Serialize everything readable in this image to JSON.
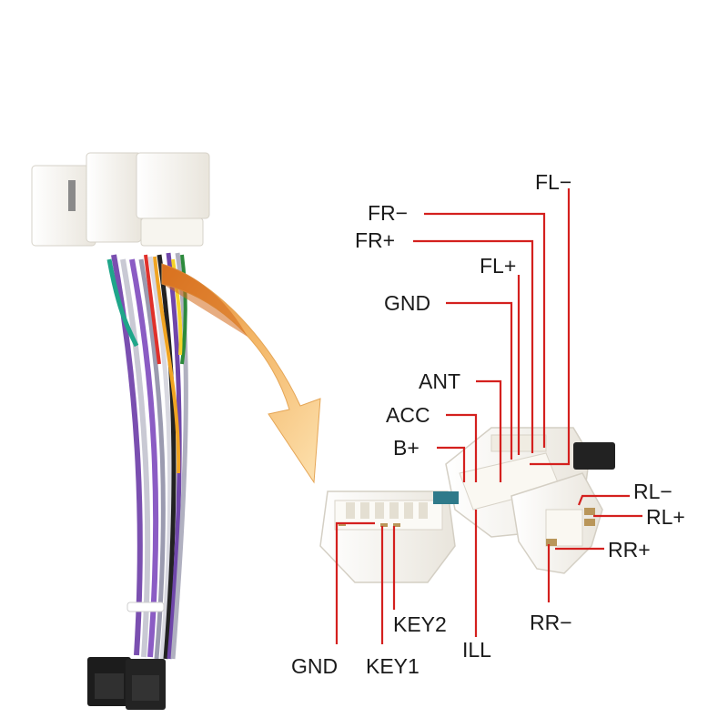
{
  "pin_labels": {
    "fl_minus": "FL−",
    "fr_minus": "FR−",
    "fr_plus": "FR+",
    "fl_plus": "FL+",
    "gnd_top": "GND",
    "ant": "ANT",
    "acc": "ACC",
    "b_plus": "B+",
    "rl_minus": "RL−",
    "rl_plus": "RL+",
    "rr_plus": "RR+",
    "rr_minus": "RR−",
    "key2": "KEY2",
    "ill": "ILL",
    "gnd_bottom": "GND",
    "key1": "KEY1"
  },
  "colors": {
    "leader_line": "#d4201e",
    "arrow_light": "#fbd79a",
    "arrow_dark": "#e8892e",
    "connector": "#f4f1ea"
  }
}
